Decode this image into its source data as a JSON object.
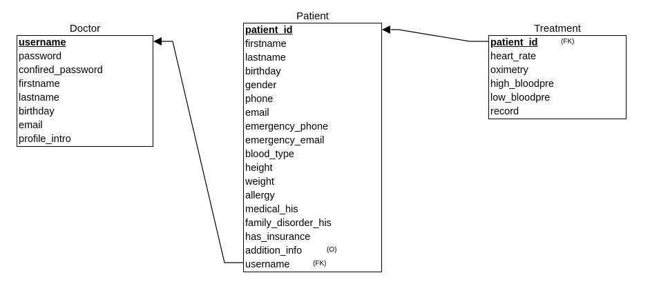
{
  "entities": {
    "doctor": {
      "name": "Doctor",
      "fields": [
        {
          "name": "username",
          "pk": true,
          "note": ""
        },
        {
          "name": "password",
          "pk": false,
          "note": ""
        },
        {
          "name": "confired_password",
          "pk": false,
          "note": ""
        },
        {
          "name": "firstname",
          "pk": false,
          "note": ""
        },
        {
          "name": "lastname",
          "pk": false,
          "note": ""
        },
        {
          "name": "birthday",
          "pk": false,
          "note": ""
        },
        {
          "name": "email",
          "pk": false,
          "note": ""
        },
        {
          "name": "profile_intro",
          "pk": false,
          "note": ""
        }
      ]
    },
    "patient": {
      "name": "Patient",
      "fields": [
        {
          "name": "patient_id",
          "pk": true,
          "note": ""
        },
        {
          "name": "firstname",
          "pk": false,
          "note": ""
        },
        {
          "name": "lastname",
          "pk": false,
          "note": ""
        },
        {
          "name": "birthday",
          "pk": false,
          "note": ""
        },
        {
          "name": "gender",
          "pk": false,
          "note": ""
        },
        {
          "name": "phone",
          "pk": false,
          "note": ""
        },
        {
          "name": "email",
          "pk": false,
          "note": ""
        },
        {
          "name": "emergency_phone",
          "pk": false,
          "note": ""
        },
        {
          "name": "emergency_email",
          "pk": false,
          "note": ""
        },
        {
          "name": "blood_type",
          "pk": false,
          "note": ""
        },
        {
          "name": "height",
          "pk": false,
          "note": ""
        },
        {
          "name": "weight",
          "pk": false,
          "note": ""
        },
        {
          "name": "allergy",
          "pk": false,
          "note": ""
        },
        {
          "name": "medical_his",
          "pk": false,
          "note": ""
        },
        {
          "name": "family_disorder_his",
          "pk": false,
          "note": ""
        },
        {
          "name": "has_insurance",
          "pk": false,
          "note": ""
        },
        {
          "name": "addition_info",
          "pk": false,
          "note": "(O)"
        },
        {
          "name": "username",
          "pk": false,
          "note": "(FK)"
        }
      ]
    },
    "treatment": {
      "name": "Treatment",
      "fields": [
        {
          "name": "patient_id",
          "pk": true,
          "note": "(FK)"
        },
        {
          "name": "heart_rate",
          "pk": false,
          "note": ""
        },
        {
          "name": "oximetry",
          "pk": false,
          "note": ""
        },
        {
          "name": "high_bloodpre",
          "pk": false,
          "note": ""
        },
        {
          "name": "low_bloodpre",
          "pk": false,
          "note": ""
        },
        {
          "name": "record",
          "pk": false,
          "note": ""
        }
      ]
    }
  },
  "relationships": [
    {
      "from": "patient.username",
      "to": "doctor.username",
      "arrow": "filled-triangle"
    },
    {
      "from": "treatment.patient_id",
      "to": "patient.patient_id",
      "arrow": "filled-triangle"
    }
  ],
  "colors": {
    "line": "#000000",
    "background": "#ffffff"
  }
}
